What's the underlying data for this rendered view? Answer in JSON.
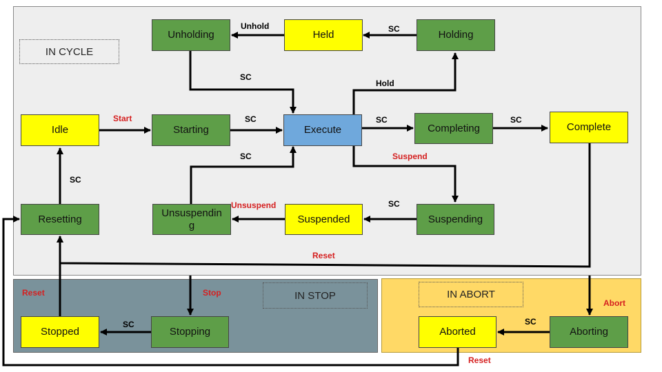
{
  "regions": {
    "cycle": "IN CYCLE",
    "stop": "IN STOP",
    "abort": "IN ABORT"
  },
  "states": {
    "unholding": "Unholding",
    "held": "Held",
    "holding": "Holding",
    "idle": "Idle",
    "starting": "Starting",
    "execute": "Execute",
    "completing": "Completing",
    "complete": "Complete",
    "resetting": "Resetting",
    "unsuspending": "Unsuspendin\ng",
    "suspended": "Suspended",
    "suspending": "Suspending",
    "stopped": "Stopped",
    "stopping": "Stopping",
    "aborted": "Aborted",
    "aborting": "Aborting"
  },
  "transitions": {
    "unhold": "Unhold",
    "sc_holding_held": "SC",
    "sc_unholding_execute": "SC",
    "hold": "Hold",
    "start": "Start",
    "sc_starting_execute": "SC",
    "sc_execute_completing": "SC",
    "sc_completing_complete": "SC",
    "suspend": "Suspend",
    "sc_unsuspending_execute": "SC",
    "sc_resetting_idle": "SC",
    "unsuspend": "Unsuspend",
    "sc_suspending_suspended": "SC",
    "reset_complete": "Reset",
    "reset_stopped": "Reset",
    "stop": "Stop",
    "sc_stopping_stopped": "SC",
    "sc_aborting_aborted": "SC",
    "abort": "Abort",
    "reset_aborted": "Reset"
  },
  "colors": {
    "cycle_region": "#eeeeee",
    "stop_region": "#7a929b",
    "abort_region": "#ffd966",
    "active_state": "#5e9e48",
    "wait_state": "#ffff00",
    "execute_state": "#6fa8dc",
    "condition_label": "#d52020"
  }
}
